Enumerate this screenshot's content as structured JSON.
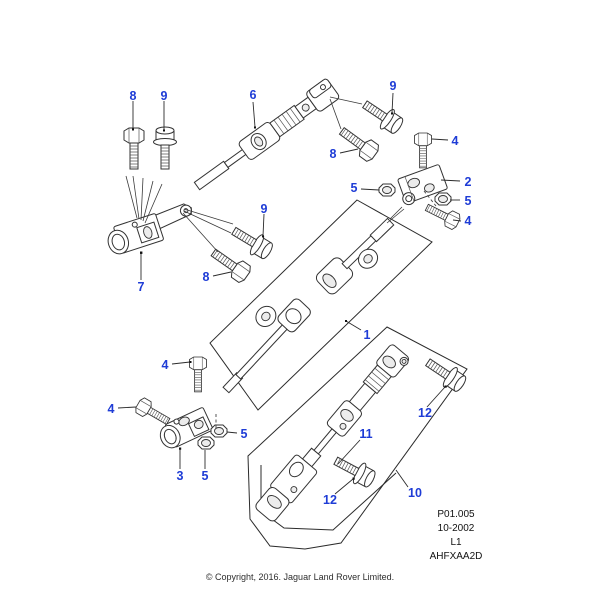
{
  "diagram": {
    "type": "exploded-parts-diagram",
    "subject": "steering column shaft and universal joint assemblies",
    "colors": {
      "callout_accent": "#1e3cd6",
      "line": "#2b2b2b",
      "background": "#ffffff"
    }
  },
  "callouts": [
    {
      "label": "8"
    },
    {
      "label": "9"
    },
    {
      "label": "6"
    },
    {
      "label": "9"
    },
    {
      "label": "8"
    },
    {
      "label": "4"
    },
    {
      "label": "2"
    },
    {
      "label": "5"
    },
    {
      "label": "5"
    },
    {
      "label": "4"
    },
    {
      "label": "9"
    },
    {
      "label": "8"
    },
    {
      "label": "7"
    },
    {
      "label": "1"
    },
    {
      "label": "4"
    },
    {
      "label": "4"
    },
    {
      "label": "5"
    },
    {
      "label": "3"
    },
    {
      "label": "5"
    },
    {
      "label": "11"
    },
    {
      "label": "12"
    },
    {
      "label": "12"
    },
    {
      "label": "10"
    }
  ],
  "info_box": {
    "lines": [
      "P01.005",
      "10-2002",
      "L1",
      "AHFXAA2D"
    ]
  },
  "footer": {
    "copyright": "© Copyright, 2016. Jaguar Land Rover Limited."
  }
}
